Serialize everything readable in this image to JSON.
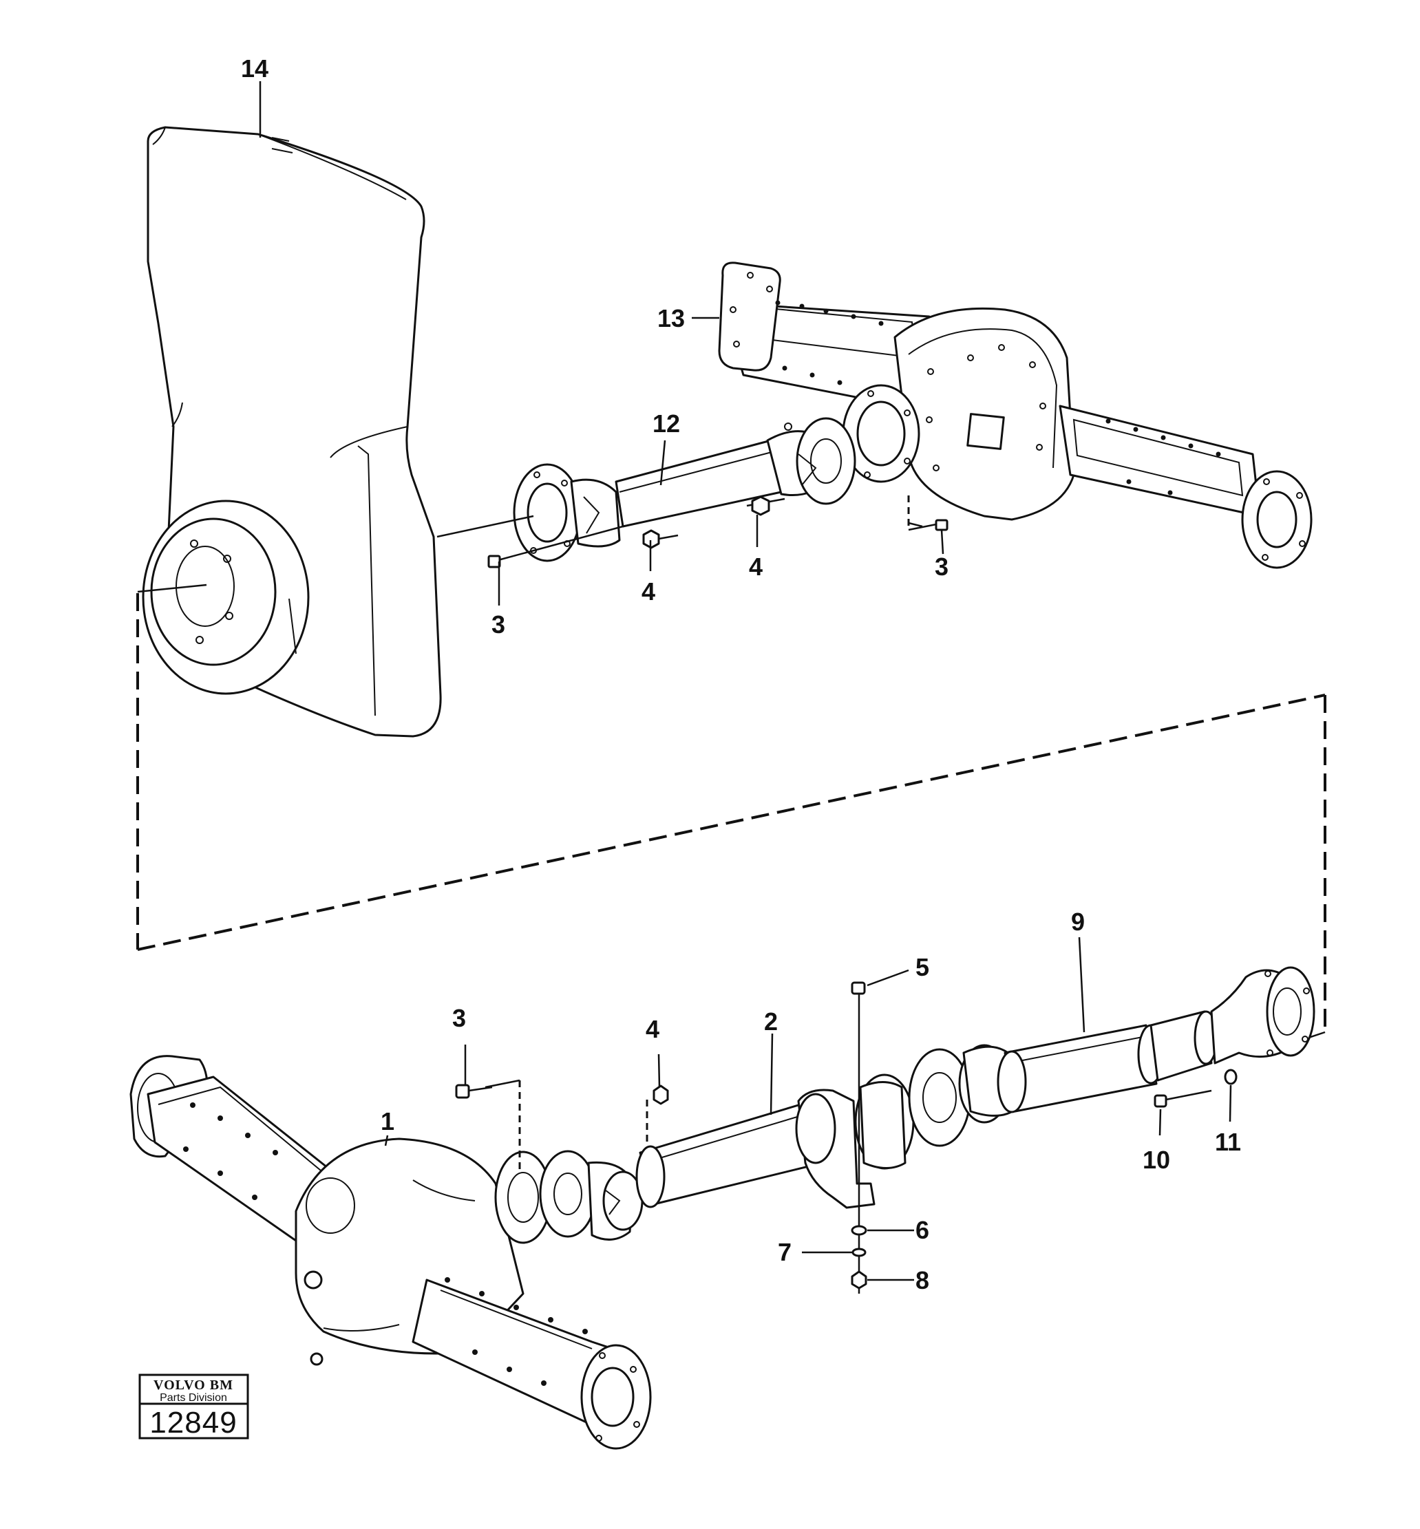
{
  "callouts": {
    "c1": "1",
    "c2": "2",
    "c3_front": "3",
    "c4_front": "4",
    "c5": "5",
    "c6": "6",
    "c7": "7",
    "c8": "8",
    "c9": "9",
    "c10": "10",
    "c11": "11",
    "c12": "12",
    "c13": "13",
    "c14": "14",
    "c3_rear_left": "3",
    "c4_rear_left": "4",
    "c4_rear_right": "4",
    "c3_rear_right": "3"
  },
  "logo": {
    "brand": "VOLVO BM",
    "division": "Parts Division",
    "figure_number": "12849"
  },
  "colors": {
    "ink": "#111111",
    "paper": "#ffffff"
  }
}
